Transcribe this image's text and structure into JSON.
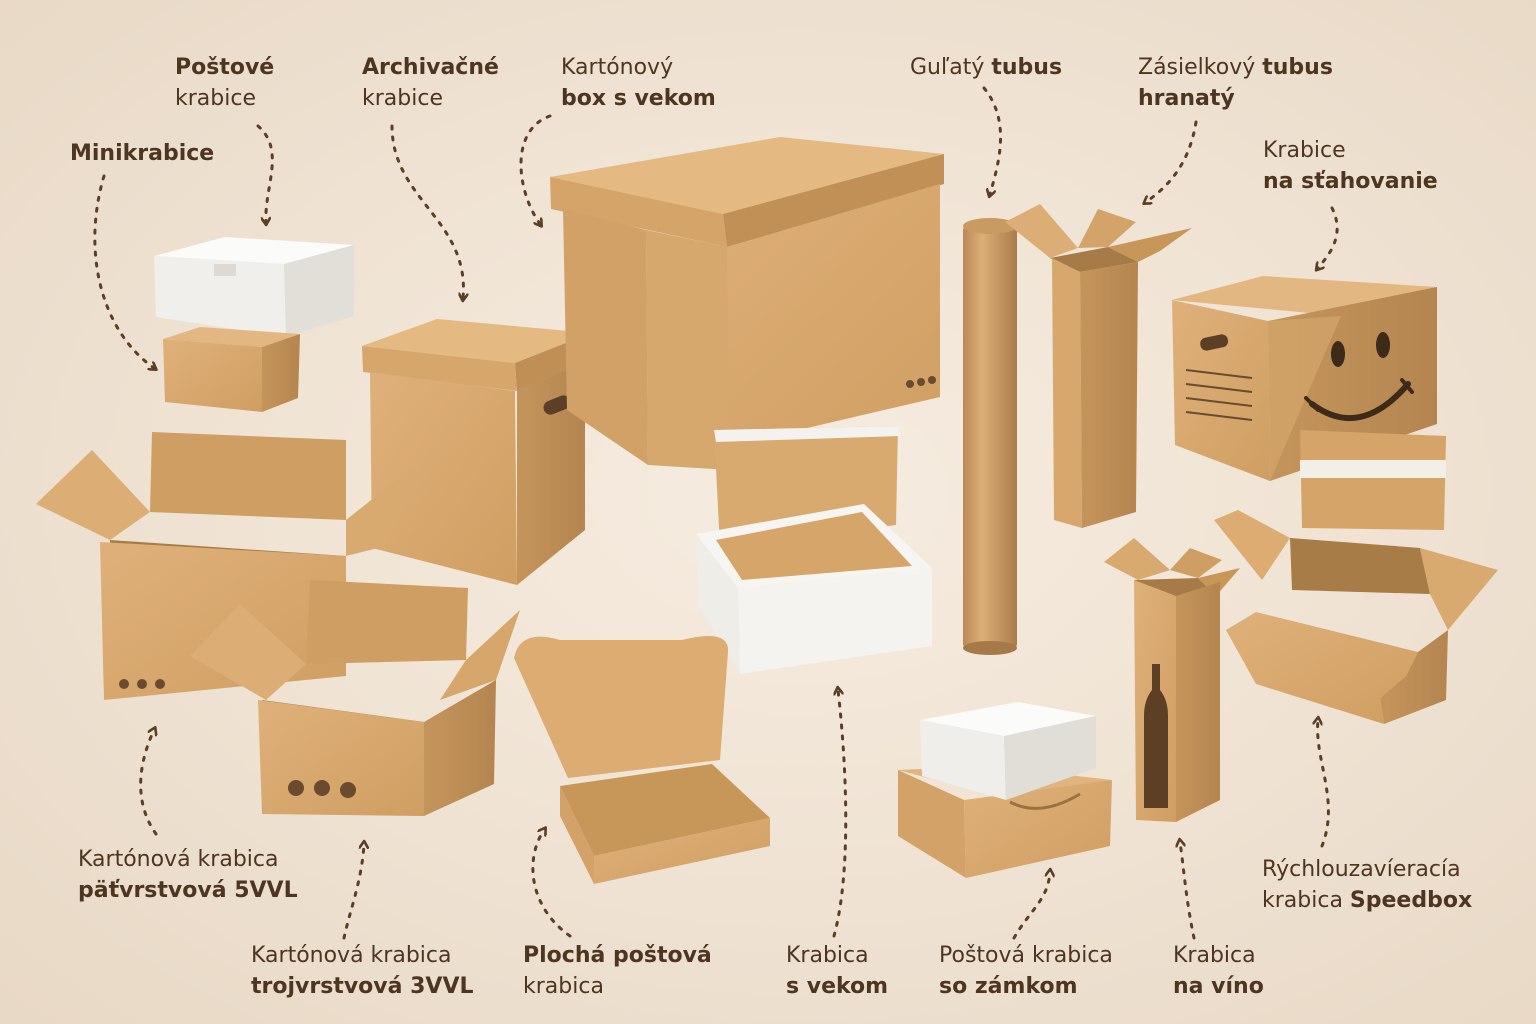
{
  "labels": {
    "postove": {
      "l1_bold": "Poštové",
      "l2": "krabice"
    },
    "archivacne": {
      "l1_bold": "Archivačné",
      "l2": "krabice"
    },
    "kartonovy_box": {
      "l1": "Kartónový",
      "l2_bold": "box s vekom"
    },
    "gulaty_tubus": {
      "l1": "Guľatý ",
      "l1_bold": "tubus"
    },
    "zasielkovy_tubus": {
      "l1": "Zásielkový ",
      "l1_bold": "tubus",
      "l2_bold": "hranatý"
    },
    "minikrabice": {
      "l1_bold": "Minikrabice"
    },
    "stahovanie": {
      "l1": "Krabice",
      "l2_bold": "na sťahovanie"
    },
    "patvrstvova": {
      "l1": "Kartónová krabica",
      "l2_bold": "päťvrstvová 5VVL"
    },
    "trojvrstvova": {
      "l1": "Kartónová krabica",
      "l2_bold": "trojvrstvová 3VVL"
    },
    "plocha": {
      "l1_bold": "Plochá poštová",
      "l2": "krabica"
    },
    "s_vekom": {
      "l1": "Krabica",
      "l2_bold": "s vekom"
    },
    "so_zamkom": {
      "l1": "Poštová krabica",
      "l2_bold": "so zámkom"
    },
    "na_vino": {
      "l1": "Krabica",
      "l2_bold": "na víno"
    },
    "speedbox": {
      "l1": "Rýchlouzavíeracía",
      "l2": "krabica ",
      "l2_bold": "Speedbox"
    }
  },
  "colors": {
    "background": "#f2e6d8",
    "cardboard": "#d7a76c",
    "cardboard_dark": "#b98a52",
    "cardboard_light": "#e2b982",
    "white_box": "#f6f5f2",
    "text": "#4e3521",
    "arrow": "#5a3e27"
  }
}
